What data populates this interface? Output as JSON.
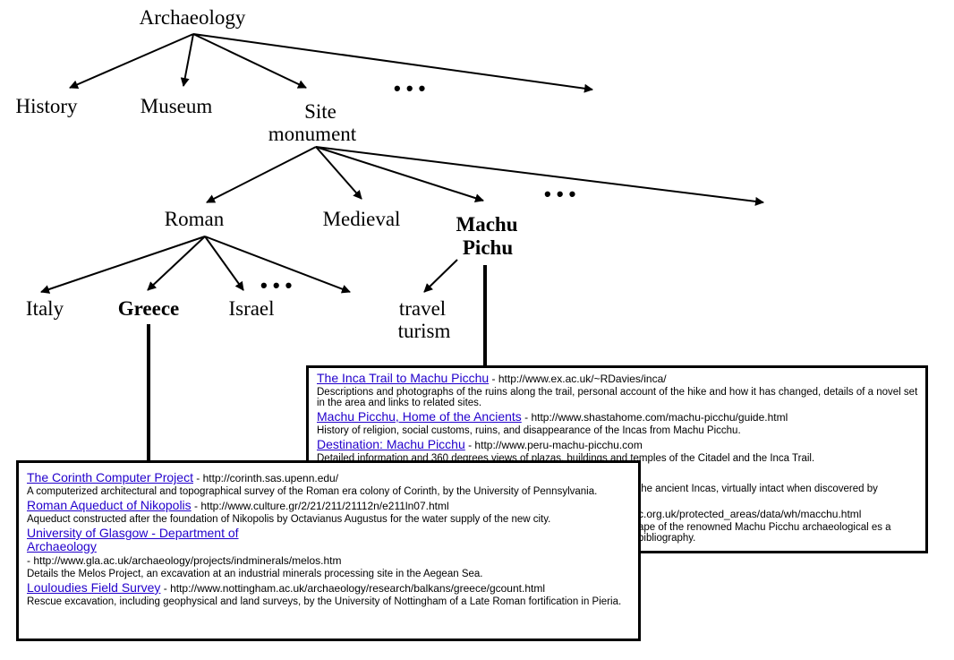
{
  "tree": {
    "root": "Archaeology",
    "level1": [
      "History",
      "Museum"
    ],
    "site_monument": [
      "Site",
      "monument"
    ],
    "level2": [
      "Roman",
      "Medieval"
    ],
    "machu_pichu": [
      "Machu",
      "Pichu"
    ],
    "level3": [
      "Italy",
      "Greece",
      "Israel"
    ],
    "travel_turism": [
      "travel",
      "turism"
    ],
    "ellipsis": "• • •"
  },
  "machu_results": [
    {
      "title": "The Inca Trail to Machu Picchu",
      "url": " - http://www.ex.ac.uk/~RDavies/inca/",
      "desc": "Descriptions and photographs of the ruins along the trail, personal account of the hike and how it has changed, details of a novel set in the area and links to related sites."
    },
    {
      "title": "Machu Picchu, Home of the Ancients",
      "url": " - http://www.shastahome.com/machu-picchu/guide.html",
      "desc": "History of religion, social customs, ruins, and disappearance of the Incas from Machu Picchu."
    },
    {
      "title": "Destination: Machu Picchu",
      "url": " - http://www.peru-machu-picchu.com",
      "desc": "Detailed information and 360 degrees views of plazas, buildings and temples of the Citadel and the Inca Trail."
    },
    {
      "title": "",
      "url": "",
      "desc": "the ancient Incas, virtually intact when discovered by"
    },
    {
      "title": "",
      "url": "c.org.uk/protected_areas/data/wh/macchu.html",
      "desc": "ape of the renowned Machu Picchu archaeological es a bibliography."
    }
  ],
  "greece_results": [
    {
      "title": "The Corinth Computer Project",
      "url": " - http://corinth.sas.upenn.edu/",
      "desc": "A computerized architectural and topographical survey of the Roman era colony of Corinth, by the University of Pennsylvania."
    },
    {
      "title": "Roman Aqueduct of Nikopolis",
      "url": " - http://www.culture.gr/2/21/211/21112n/e211ln07.html",
      "desc": "Aqueduct constructed after the foundation of Nikopolis by Octavianus Augustus for the water supply of the new city."
    },
    {
      "title": "University of Glasgow - Department of Archaeology",
      "url": " - http://www.gla.ac.uk/archaeology/projects/indminerals/melos.htm",
      "desc": "Details the Melos Project, an excavation at an industrial minerals processing site in the Aegean Sea."
    },
    {
      "title": "Louloudies Field Survey",
      "url": " - http://www.nottingham.ac.uk/archaeology/research/balkans/greece/gcount.html",
      "desc": "Rescue excavation, including geophysical and land surveys, by the University of Nottingham of a Late Roman fortification in Pieria."
    }
  ],
  "colors": {
    "link": "#2200cc",
    "line": "#000000"
  }
}
